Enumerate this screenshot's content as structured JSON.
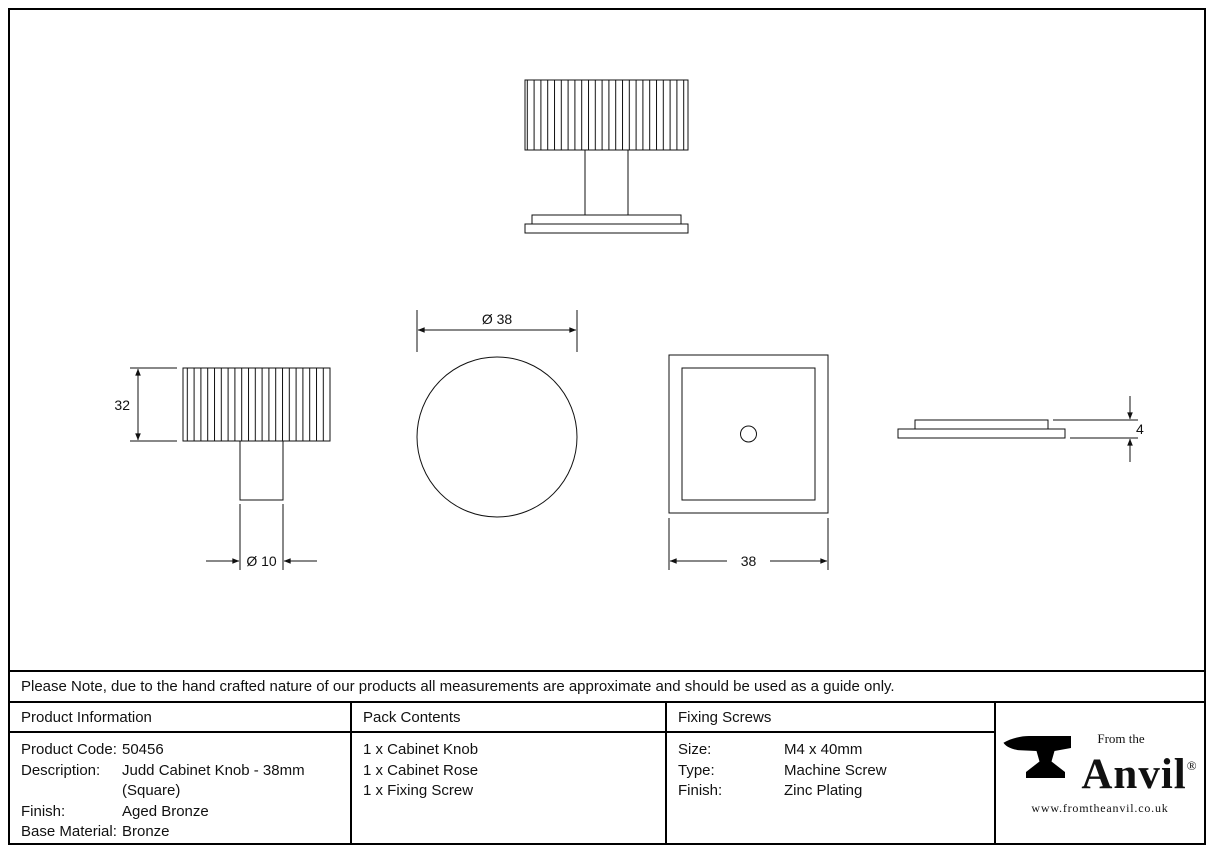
{
  "note": "Please Note, due to the hand crafted nature of our products all measurements are approximate and should be used as a guide only.",
  "drawings": {
    "dim_height": "32",
    "dim_stem": "Ø 10",
    "dim_diameter": "Ø 38",
    "dim_width": "38",
    "dim_thickness": "4"
  },
  "product_info": {
    "header": "Product Information",
    "rows": [
      {
        "label": "Product Code:",
        "value": "50456"
      },
      {
        "label": "Description:",
        "value": "Judd Cabinet Knob - 38mm (Square)"
      },
      {
        "label": "Finish:",
        "value": "Aged Bronze"
      },
      {
        "label": "Base Material:",
        "value": "Bronze"
      }
    ]
  },
  "pack_contents": {
    "header": "Pack Contents",
    "items": [
      "1 x Cabinet Knob",
      "1 x Cabinet Rose",
      "1 x Fixing Screw"
    ]
  },
  "fixing_screws": {
    "header": "Fixing Screws",
    "rows": [
      {
        "label": "Size:",
        "value": "M4 x 40mm"
      },
      {
        "label": "Type:",
        "value": "Machine Screw"
      },
      {
        "label": "Finish:",
        "value": "Zinc Plating"
      }
    ]
  },
  "logo": {
    "tagline": "From the",
    "brand": "Anvil",
    "registered": "®",
    "website": "www.fromtheanvil.co.uk"
  }
}
